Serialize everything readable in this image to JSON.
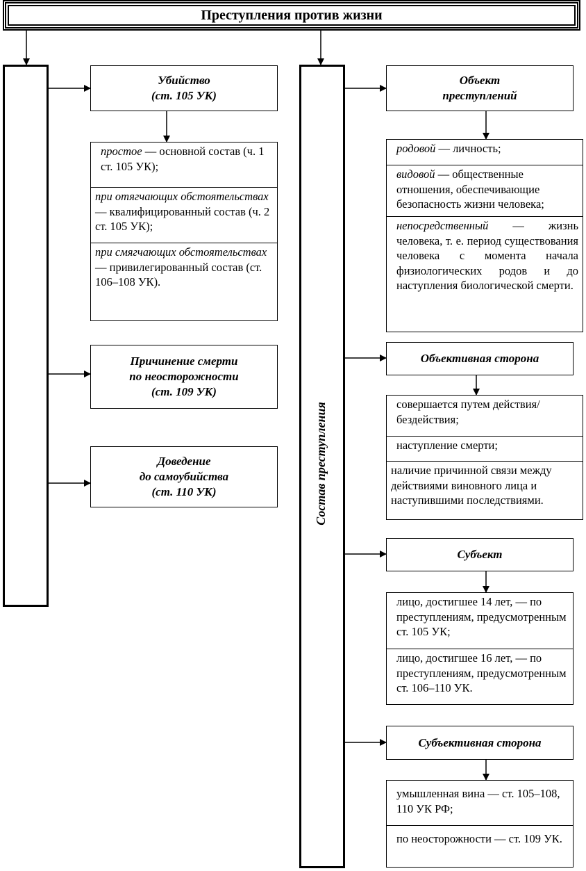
{
  "title": "Преступления против жизни",
  "left": {
    "murder": {
      "line1": "Убийство",
      "line2": "(ст. 105 УК)"
    },
    "murder_types": [
      {
        "term": "простое",
        "rest": " — основной состав (ч. 1 ст. 105 УК);"
      },
      {
        "term": "при отягчающих обстоятельствах",
        "rest": " — квалифицированный состав (ч. 2 ст. 105 УК);"
      },
      {
        "term": "при смягчающих обстоятельствах",
        "rest": " — привилегированный состав (ст. 106–108 УК)."
      }
    ],
    "negligent": {
      "line1": "Причинение смерти",
      "line2": "по неосторожности",
      "line3": "(ст. 109 УК)"
    },
    "suicide": {
      "line1": "Доведение",
      "line2": "до самоубийства",
      "line3": "(ст. 110 УК)"
    }
  },
  "center_label": "Состав преступления",
  "right": {
    "object": {
      "line1": "Объект",
      "line2": "преступлений"
    },
    "object_items": [
      {
        "term": "родовой",
        "rest": " — личность;"
      },
      {
        "term": "видовой",
        "rest": " — общественные отношения, обеспечивающие безопасность жизни человека;"
      },
      {
        "term": "непосредственный",
        "rest": " — жизнь человека, т. е. период существования человека с момента начала физиологических родов и до наступления биологической смерти."
      }
    ],
    "objective": {
      "label": "Объективная сторона"
    },
    "objective_items": [
      "совершается путем действия/бездействия;",
      "наступление смерти;",
      "наличие причинной связи между действиями виновного лица и наступившими последствиями."
    ],
    "subject": {
      "label": "Субъект"
    },
    "subject_items": [
      "лицо, достигшее 14 лет, — по преступлениям, предусмотренным ст. 105 УК;",
      "лицо, достигшее 16 лет, — по преступлениям, предусмотренным ст. 106–110 УК."
    ],
    "subjective": {
      "label": "Субъективная сторона"
    },
    "subjective_items": [
      "умышленная вина — ст. 105–108, 110 УК РФ;",
      "по неосторожности — ст. 109 УК."
    ]
  }
}
